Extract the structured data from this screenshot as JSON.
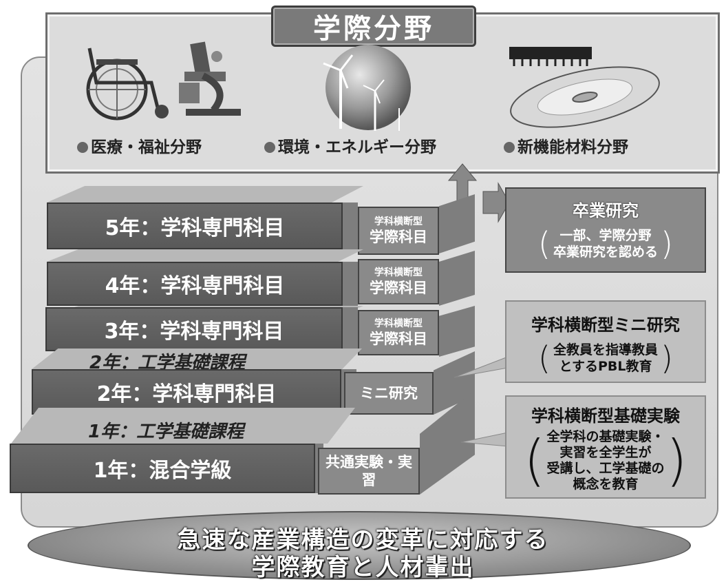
{
  "top": {
    "title": "学際分野",
    "fields": [
      {
        "label": "医療・福祉分野",
        "icon": "wheelchair-microscope-icon"
      },
      {
        "label": "環境・エネルギー分野",
        "icon": "globe-wind-turbine-icon"
      },
      {
        "label": "新機能材料分野",
        "icon": "chip-disc-icon"
      }
    ]
  },
  "years": [
    {
      "label": "5年：学科専門科目",
      "column_small": "学科横断型",
      "column_big": "学際科目"
    },
    {
      "label": "4年：学科専門科目",
      "column_small": "学科横断型",
      "column_big": "学際科目"
    },
    {
      "label": "3年：学科専門科目",
      "column_small": "学科横断型",
      "column_big": "学際科目"
    },
    {
      "label": "2年：学科専門科目",
      "top_label": "2年：工学基礎課程",
      "column_big": "ミニ研究"
    },
    {
      "label": "1年：混合学級",
      "top_label": "1年：工学基礎課程",
      "column_big": "共通実験・実習"
    }
  ],
  "right_boxes": [
    {
      "title": "卒業研究",
      "body": [
        "一部、学際分野",
        "卒業研究を認める"
      ]
    },
    {
      "title": "学科横断型ミニ研究",
      "body": [
        "全教員を指導教員",
        "とするPBL教育"
      ]
    },
    {
      "title": "学科横断型基礎実験",
      "body": [
        "全学科の基礎実験・",
        "実習を全学生が",
        "受講し、工学基礎の",
        "概念を教育"
      ]
    }
  ],
  "bottom": {
    "line1": "急速な産業構造の変革に対応する",
    "line2": "学際教育と人材輩出"
  }
}
